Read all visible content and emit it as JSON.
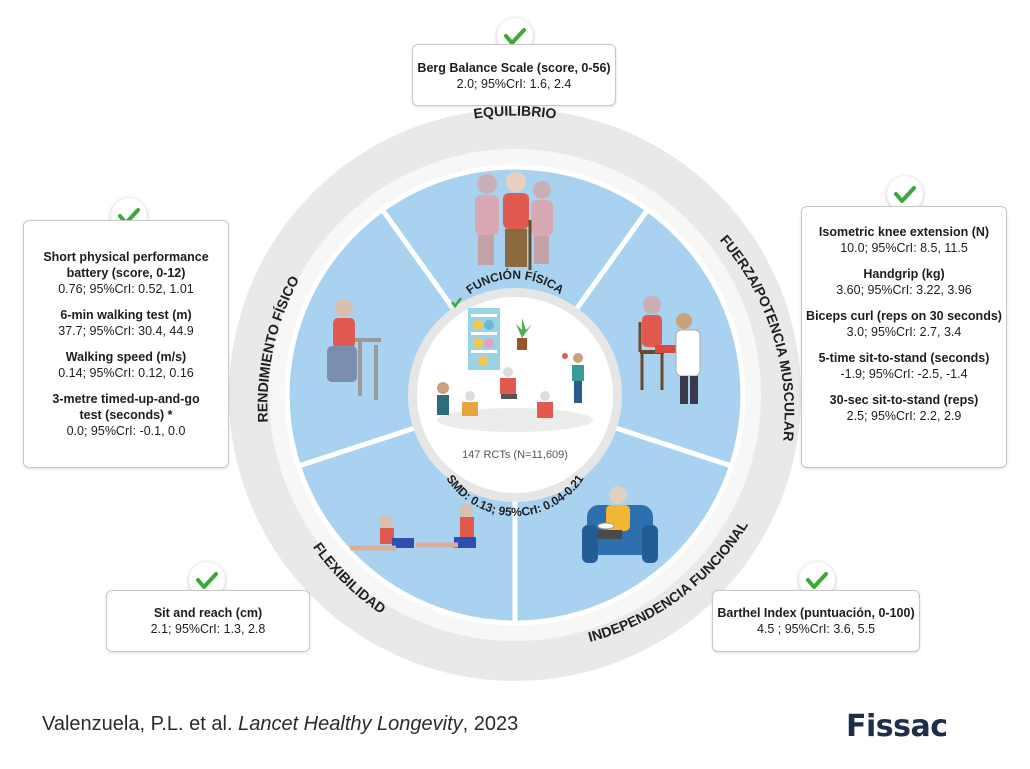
{
  "wheel": {
    "segments": {
      "balance": "EQUILIBRIO",
      "strength": "FUERZA/POTENCIA MUSCULAR",
      "functional": "INDEPENDENCIA FUNCIONAL",
      "flexibility": "FLEXIBILIDAD",
      "performance": "RENDIMIENTO FÍSICO"
    },
    "center": {
      "title": "FUNCIÓN FÍSICA",
      "rcts": "147 RCTs (N=11,609)",
      "smd": "SMD: 0.13; 95%CrI: 0.04-0.21"
    }
  },
  "colors": {
    "segment": "#a9d1f0",
    "check": "#3aa935",
    "ring": "#e8e8e8",
    "logo": "#1f2d4a"
  },
  "boxes": {
    "balance": [
      {
        "title": "Berg Balance Scale (score, 0-56)",
        "value": "2.0; 95%CrI: 1.6, 2.4"
      }
    ],
    "performance": [
      {
        "title_1": "Short physical performance",
        "title_2": "battery (score, 0-12)",
        "value": "0.76; 95%CrI: 0.52, 1.01"
      },
      {
        "title": "6-min walking test (m)",
        "value": "37.7; 95%CrI: 30.4, 44.9"
      },
      {
        "title": "Walking speed (m/s)",
        "value": "0.14; 95%CrI: 0.12, 0.16"
      },
      {
        "title_1": "3-metre timed-up-and-go",
        "title_2": "test (seconds) *",
        "value": "0.0; 95%CrI: -0.1, 0.0"
      }
    ],
    "strength": [
      {
        "title": "Isometric knee extension (N)",
        "value": "10.0; 95%CrI: 8.5, 11.5"
      },
      {
        "title": "Handgrip (kg)",
        "value": "3.60; 95%CrI: 3.22, 3.96"
      },
      {
        "title": "Biceps curl (reps on 30 seconds)",
        "value": "3.0; 95%CrI: 2.7, 3.4"
      },
      {
        "title": "5-time sit-to-stand (seconds)",
        "value": "-1.9; 95%CrI: -2.5, -1.4"
      },
      {
        "title": "30-sec sit-to-stand (reps)",
        "value": "2.5; 95%CrI: 2.2, 2.9"
      }
    ],
    "flexibility": [
      {
        "title": "Sit and reach (cm)",
        "value": "2.1; 95%CrI: 1.3, 2.8"
      }
    ],
    "functional": [
      {
        "title": "Barthel Index (puntuación, 0-100)",
        "value": "4.5 ; 95%CrI: 3.6, 5.5"
      }
    ]
  },
  "footer": {
    "citation_authors": "Valenzuela, P.L. et al. ",
    "citation_journal": "Lancet Healthy Longevity",
    "citation_year": ", 2023",
    "logo": "Fissac"
  }
}
